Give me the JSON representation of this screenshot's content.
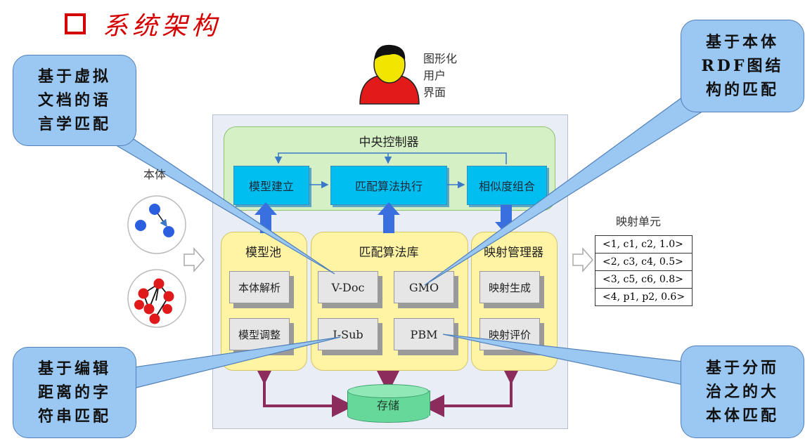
{
  "title": "系统架构",
  "user_label_lines": [
    "图形化",
    "用户",
    "界面"
  ],
  "ontology_label": "本体",
  "central_controller": {
    "title": "中央控制器",
    "steps": [
      "模型建立",
      "匹配算法执行",
      "相似度组合"
    ]
  },
  "model_pool": {
    "title": "模型池",
    "items": [
      "本体解析",
      "模型调整"
    ]
  },
  "algorithm_library": {
    "title": "匹配算法库",
    "items": [
      "V-Doc",
      "GMO",
      "I-Sub",
      "PBM"
    ]
  },
  "mapping_manager": {
    "title": "映射管理器",
    "items": [
      "映射生成",
      "映射评价"
    ]
  },
  "storage": "存储",
  "mapping_unit": {
    "title": "映射单元",
    "rows": [
      "<1, c1, c2, 1.0>",
      "<2, c3, c4, 0.5>",
      "<3, c5, c6, 0.8>",
      "<4, p1, p2, 0.6>"
    ]
  },
  "callouts": {
    "vdoc": [
      "基于虚拟",
      "文档的语",
      "言学匹配"
    ],
    "gmo": [
      "基于本体",
      "RDF图结",
      "构的匹配"
    ],
    "isub": [
      "基于编辑",
      "距离的字",
      "符串匹配"
    ],
    "pbm": [
      "基于分而",
      "治之的大",
      "本体匹配"
    ]
  },
  "colors": {
    "title_red": "#d40000",
    "callout_blue": "#9bc8f2",
    "controller_green": "#d6f0c6",
    "process_cyan": "#00bff0",
    "panel_yellow": "#fff3a4",
    "storage_green": "#66d89a",
    "arrow_blue": "#3a6fe0",
    "arrow_purple": "#8b2c5c",
    "node_blue": "#2b5fe0",
    "node_red": "#e01a1a"
  }
}
